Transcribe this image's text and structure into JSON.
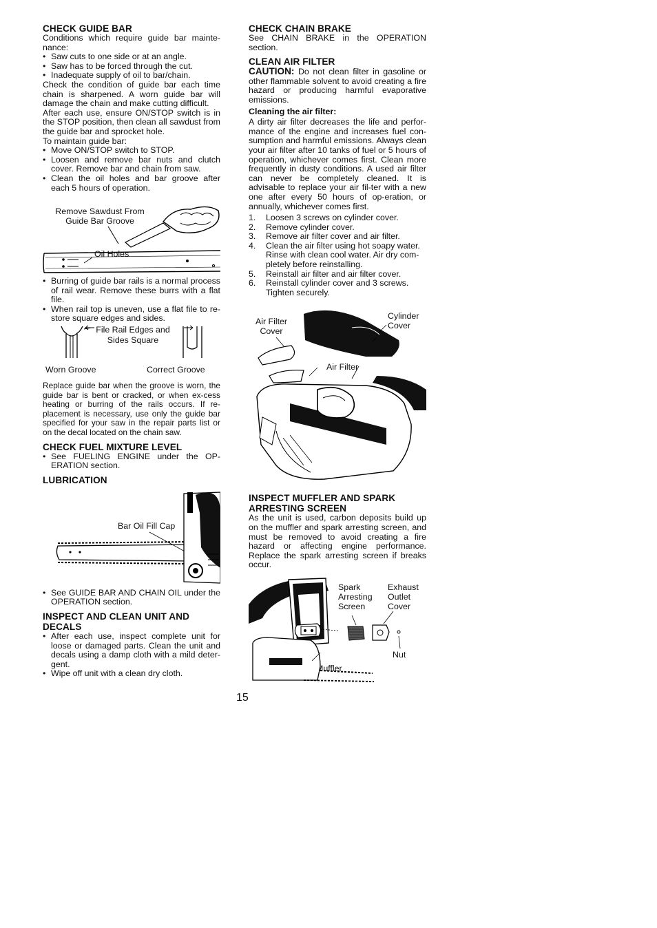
{
  "left": {
    "guide_bar": {
      "heading": "CHECK GUIDE BAR",
      "intro": "Conditions which require guide bar mainte-nance:",
      "conditions": [
        "Saw cuts to one side or at an angle.",
        "Saw has to be forced through the cut.",
        "Inadequate supply of oil to bar/chain."
      ],
      "para1": "Check the condition of guide bar each time chain is sharpened. A worn guide bar will damage the chain and make cutting difficult.",
      "para2": "After each use, ensure ON/STOP switch is in the STOP position, then clean all sawdust from the guide bar and sprocket hole.",
      "para3": "To maintain guide bar:",
      "steps": [
        "Move ON/STOP switch to STOP.",
        "Loosen and remove bar nuts and clutch cover. Remove bar and chain from saw.",
        "Clean the oil holes and bar groove after each 5 hours of operation."
      ],
      "fig_label_sawdust": "Remove Sawdust From Guide Bar Groove",
      "fig_label_oil": "Oil Holes",
      "rail_items": [
        "Burring of guide bar rails is a normal process of rail wear. Remove these burrs with a flat file.",
        "When rail top is uneven, use a flat file to re-store square edges and sides."
      ],
      "fig2_label_file": "File Rail Edges and Sides Square",
      "fig2_label_worn": "Worn Groove",
      "fig2_label_correct": "Correct Groove",
      "replace_text": "Replace guide bar when the groove is worn, the guide bar is bent or cracked, or when ex-cess heating or burring of the rails occurs. If re-placement is necessary, use only the guide bar specified for your saw in the repair parts list or on the decal located on the chain saw."
    },
    "fuel": {
      "heading": "CHECK FUEL MIXTURE LEVEL",
      "items": [
        "See FUELING ENGINE under the OP-ERATION section."
      ]
    },
    "lubrication": {
      "heading": "LUBRICATION",
      "fig_label": "Bar Oil Fill Cap",
      "items": [
        "See GUIDE BAR AND CHAIN OIL under the OPERATION section."
      ]
    },
    "inspect": {
      "heading": "INSPECT AND CLEAN UNIT AND DECALS",
      "items": [
        "After each use, inspect complete unit for loose or damaged parts. Clean the unit and decals using a damp cloth with a mild deter-gent.",
        "Wipe off unit with a clean dry cloth."
      ]
    }
  },
  "right": {
    "chain_brake": {
      "heading": "CHECK CHAIN BRAKE",
      "text": "See CHAIN BRAKE in the OPERATION section."
    },
    "air_filter": {
      "heading": "CLEAN AIR FILTER",
      "caution_word": "CAUTION:",
      "caution_text": " Do not clean filter in gasoline or other flammable solvent to avoid creating a fire hazard or producing harmful evaporative emissions.",
      "sub_heading": "Cleaning the air filter:",
      "para": "A dirty air filter decreases the life and perfor-mance of the engine and increases fuel con-sumption and harmful emissions. Always clean your air filter after 10 tanks of fuel or 5 hours of operation, whichever comes first. Clean more frequently in dusty conditions. A used air filter can never be completely cleaned. It is advisable to replace your air fil-ter with a new one after every 50 hours of op-eration, or annually, whichever comes first.",
      "steps": [
        {
          "num": "1.",
          "text": "Loosen 3 screws on cylinder cover."
        },
        {
          "num": "2.",
          "text": "Remove cylinder cover."
        },
        {
          "num": "3.",
          "text": "Remove air filter cover and air filter."
        },
        {
          "num": "4.",
          "text": "Clean the air filter using hot soapy water. Rinse with clean cool water. Air dry com-pletely before reinstalling."
        },
        {
          "num": "5.",
          "text": "Reinstall air filter and air filter cover."
        },
        {
          "num": "6.",
          "text": "Reinstall cylinder cover and 3 screws. Tighten securely."
        }
      ],
      "fig_label_cover": "Air Filter Cover",
      "fig_label_cylinder": "Cylinder Cover",
      "fig_label_filter": "Air Filter"
    },
    "muffler": {
      "heading": "INSPECT MUFFLER AND SPARK ARRESTING SCREEN",
      "para": "As the unit is used, carbon deposits build up on the muffler and spark arresting screen, and must be removed to avoid creating a fire hazard or affecting engine performance. Replace the spark arresting screen if breaks occur.",
      "fig_label_spark": "Spark Arresting Screen",
      "fig_label_exhaust": "Exhaust Outlet Cover",
      "fig_label_nut": "Nut",
      "fig_label_muffler": "Muffler"
    }
  },
  "page_number": "15"
}
